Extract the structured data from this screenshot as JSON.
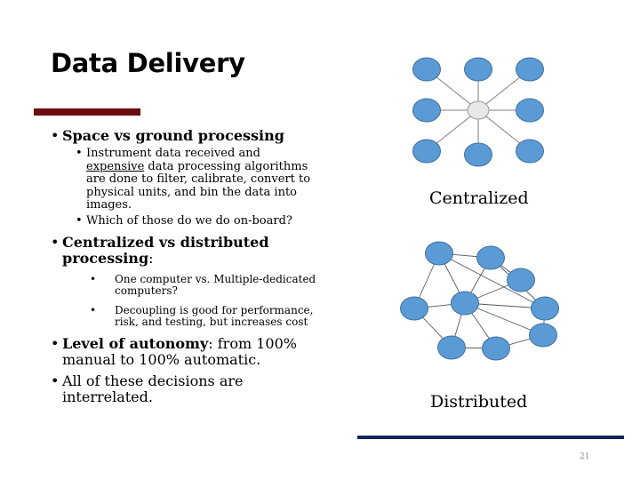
{
  "slide": {
    "title": "Data Delivery",
    "page_number": "21"
  },
  "bullets": {
    "b1": {
      "bold": "Space vs ground processing"
    },
    "b1_1": {
      "pre": "Instrument data received and ",
      "underlined": "expensive",
      "post": " data processing algorithms are done to filter, calibrate, convert to physical units, and bin the data into images."
    },
    "b1_2": {
      "text": "Which of those do we do on-board?"
    },
    "b2": {
      "bold": "Centralized vs distributed processing",
      "rest": ":"
    },
    "b2_1": {
      "text": "One computer vs. Multiple-dedicated computers?"
    },
    "b2_2": {
      "text": "Decoupling is good for performance, risk, and testing, but increases cost"
    },
    "b3": {
      "bold": "Level of autonomy",
      "rest": ": from 100% manual to 100% automatic."
    },
    "b4": {
      "text": "All of these decisions are interrelated."
    }
  },
  "diagrams": {
    "centralized_caption": "Centralized",
    "distributed_caption": "Distributed",
    "node_color": "#5b9bd5",
    "node_stroke": "#41719c",
    "hub_color": "#e8e8e8"
  },
  "colors": {
    "title_bar": "#6b0b0b",
    "bottom_line": "#10265c"
  }
}
